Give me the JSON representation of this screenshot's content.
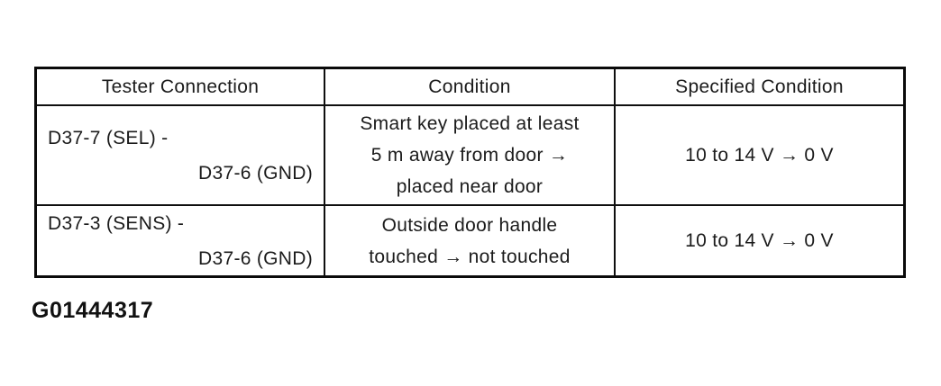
{
  "table": {
    "headers": [
      "Tester Connection",
      "Condition",
      "Specified Condition"
    ],
    "rows": [
      {
        "tester_connection_lines": [
          "D37-7 (SEL) -",
          "D37-6 (GND)"
        ],
        "condition_lines": [
          "Smart key placed at least",
          "5 m away from door →",
          "placed near door"
        ],
        "specified_condition": "10 to 14 V → 0 V"
      },
      {
        "tester_connection_lines": [
          "D37-3 (SENS) -",
          "D37-6 (GND)"
        ],
        "condition_lines": [
          "Outside door handle",
          "touched → not touched"
        ],
        "specified_condition": "10 to 14 V → 0 V"
      }
    ]
  },
  "caption": "G01444317",
  "colors": {
    "background": "#ffffff",
    "border": "#0a0a0a",
    "text": "#1b1b1b"
  }
}
